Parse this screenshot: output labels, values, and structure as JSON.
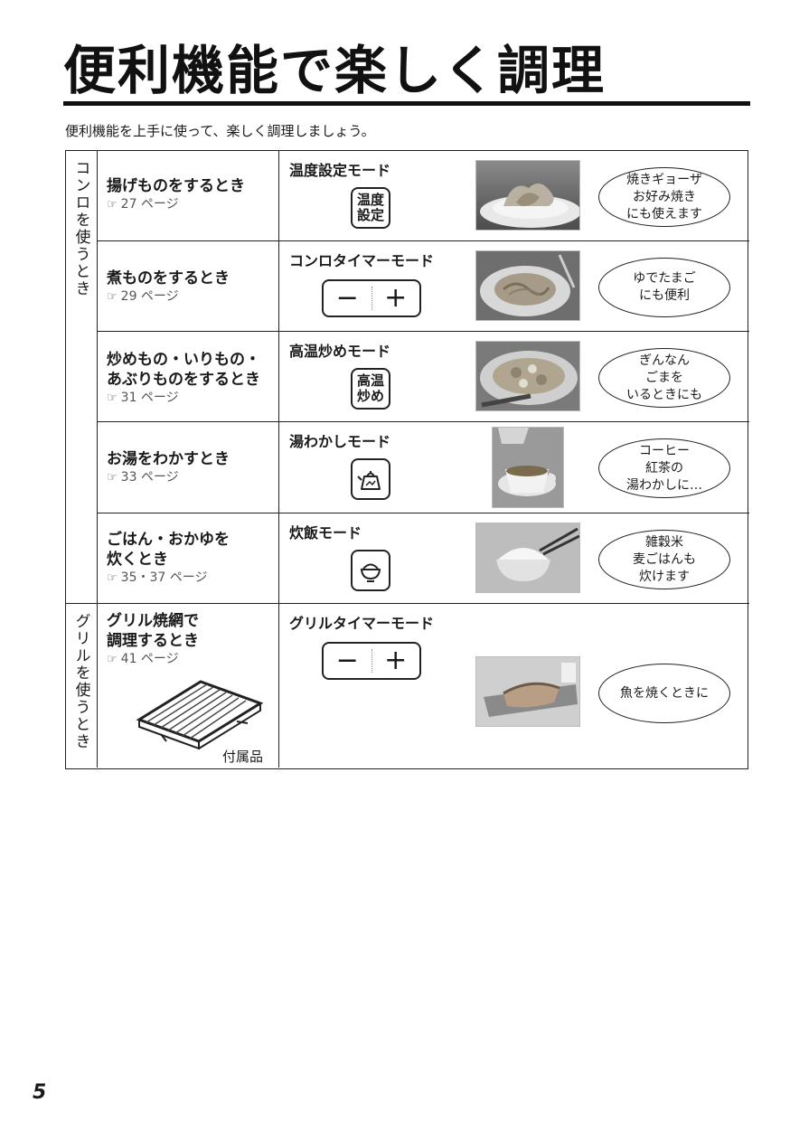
{
  "header": {
    "title": "便利機能で楽しく調理",
    "subtitle": "便利機能を上手に使って、楽しく調理しましょう。"
  },
  "ref_icon": "☞",
  "sections": [
    {
      "label": "コンロを使うとき",
      "rows": [
        {
          "situation": "揚げものをするとき",
          "ref": "27 ページ",
          "mode": "温度設定モード",
          "button": "温度\n設定",
          "bubble": "焼きギョーザ\nお好み焼き\nにも使えます"
        },
        {
          "situation": "煮ものをするとき",
          "ref": "29 ページ",
          "mode": "コンロタイマーモード",
          "minus": "−",
          "plus": "+",
          "bubble": "ゆでたまご\nにも便利"
        },
        {
          "situation": "炒めもの・いりもの・\nあぶりものをするとき",
          "ref": "31 ページ",
          "mode": "高温炒めモード",
          "button": "高温\n炒め",
          "bubble": "ぎんなん\nごまを\nいるときにも"
        },
        {
          "situation": "お湯をわかすとき",
          "ref": "33 ページ",
          "mode": "湯わかしモード",
          "icon": "kettle-icon",
          "bubble": "コーヒー\n紅茶の\n湯わかしに…"
        },
        {
          "situation": "ごはん・おかゆを\n炊くとき",
          "ref": "35・37 ページ",
          "mode": "炊飯モード",
          "icon": "rice-bowl-icon",
          "bubble": "雑穀米\n麦ごはんも\n炊けます"
        }
      ]
    },
    {
      "label": "グリルを使うとき",
      "rows": [
        {
          "situation": "グリル焼網で\n調理するとき",
          "ref": "41 ページ",
          "accessory": "付属品",
          "mode": "グリルタイマーモード",
          "minus": "−",
          "plus": "+",
          "bubble": "魚を焼くときに"
        }
      ]
    }
  ],
  "page_number": "5"
}
